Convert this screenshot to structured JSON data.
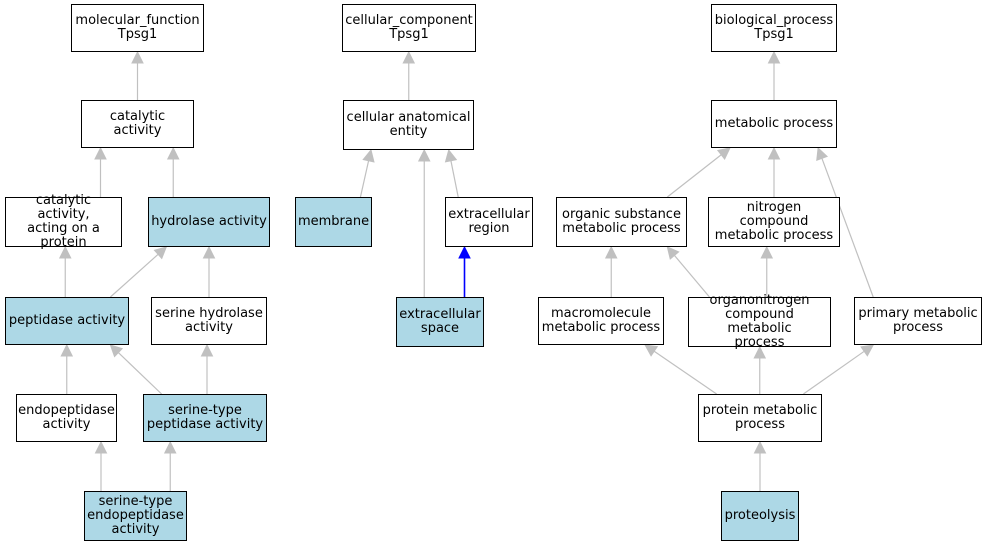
{
  "colors": {
    "highlight_fill": "#add8e6",
    "edge_gray": "#c0c0c0",
    "edge_blue": "#0000ff",
    "border": "#000000"
  },
  "nodes": {
    "mf_root": {
      "label": "molecular_function\nTpsg1",
      "highlighted": false
    },
    "cat_act": {
      "label": "catalytic activity",
      "highlighted": false
    },
    "cat_prot": {
      "label": "catalytic activity,\nacting on a\nprotein",
      "highlighted": false
    },
    "hydrolase": {
      "label": "hydrolase activity",
      "highlighted": true
    },
    "peptidase": {
      "label": "peptidase activity",
      "highlighted": true
    },
    "ser_hydro": {
      "label": "serine hydrolase\nactivity",
      "highlighted": false
    },
    "endopep": {
      "label": "endopeptidase\nactivity",
      "highlighted": false
    },
    "ser_pep": {
      "label": "serine-type\npeptidase activity",
      "highlighted": true
    },
    "ser_endo": {
      "label": "serine-type\nendopeptidase\nactivity",
      "highlighted": true
    },
    "cc_root": {
      "label": "cellular_component\nTpsg1",
      "highlighted": false
    },
    "cell_anat": {
      "label": "cellular anatomical\nentity",
      "highlighted": false
    },
    "membrane": {
      "label": "membrane",
      "highlighted": true
    },
    "ext_region": {
      "label": "extracellular\nregion",
      "highlighted": false
    },
    "ext_space": {
      "label": "extracellular\nspace",
      "highlighted": true
    },
    "bp_root": {
      "label": "biological_process\nTpsg1",
      "highlighted": false
    },
    "metabolic": {
      "label": "metabolic process",
      "highlighted": false
    },
    "org_sub": {
      "label": "organic substance\nmetabolic process",
      "highlighted": false
    },
    "nitrogen": {
      "label": "nitrogen compound\nmetabolic process",
      "highlighted": false
    },
    "macro": {
      "label": "macromolecule\nmetabolic process",
      "highlighted": false
    },
    "organonit": {
      "label": "organonitrogen\ncompound metabolic\nprocess",
      "highlighted": false
    },
    "primary": {
      "label": "primary metabolic\nprocess",
      "highlighted": false
    },
    "protein": {
      "label": "protein metabolic\nprocess",
      "highlighted": false
    },
    "proteolysis": {
      "label": "proteolysis",
      "highlighted": true
    }
  },
  "edges": [
    {
      "from": "cat_act",
      "to": "mf_root",
      "color": "gray"
    },
    {
      "from": "cat_prot",
      "to": "cat_act",
      "color": "gray"
    },
    {
      "from": "hydrolase",
      "to": "cat_act",
      "color": "gray"
    },
    {
      "from": "peptidase",
      "to": "cat_prot",
      "color": "gray"
    },
    {
      "from": "peptidase",
      "to": "hydrolase",
      "color": "gray"
    },
    {
      "from": "ser_hydro",
      "to": "hydrolase",
      "color": "gray"
    },
    {
      "from": "endopep",
      "to": "peptidase",
      "color": "gray"
    },
    {
      "from": "ser_pep",
      "to": "peptidase",
      "color": "gray"
    },
    {
      "from": "ser_pep",
      "to": "ser_hydro",
      "color": "gray"
    },
    {
      "from": "ser_endo",
      "to": "endopep",
      "color": "gray"
    },
    {
      "from": "ser_endo",
      "to": "ser_pep",
      "color": "gray"
    },
    {
      "from": "cell_anat",
      "to": "cc_root",
      "color": "gray"
    },
    {
      "from": "membrane",
      "to": "cell_anat",
      "color": "gray"
    },
    {
      "from": "ext_region",
      "to": "cell_anat",
      "color": "gray"
    },
    {
      "from": "ext_space",
      "to": "cell_anat",
      "color": "gray"
    },
    {
      "from": "ext_space",
      "to": "ext_region",
      "color": "blue"
    },
    {
      "from": "metabolic",
      "to": "bp_root",
      "color": "gray"
    },
    {
      "from": "org_sub",
      "to": "metabolic",
      "color": "gray"
    },
    {
      "from": "nitrogen",
      "to": "metabolic",
      "color": "gray"
    },
    {
      "from": "primary",
      "to": "metabolic",
      "color": "gray"
    },
    {
      "from": "macro",
      "to": "org_sub",
      "color": "gray"
    },
    {
      "from": "organonit",
      "to": "org_sub",
      "color": "gray"
    },
    {
      "from": "organonit",
      "to": "nitrogen",
      "color": "gray"
    },
    {
      "from": "protein",
      "to": "macro",
      "color": "gray"
    },
    {
      "from": "protein",
      "to": "organonit",
      "color": "gray"
    },
    {
      "from": "protein",
      "to": "primary",
      "color": "gray"
    },
    {
      "from": "proteolysis",
      "to": "protein",
      "color": "gray"
    }
  ]
}
